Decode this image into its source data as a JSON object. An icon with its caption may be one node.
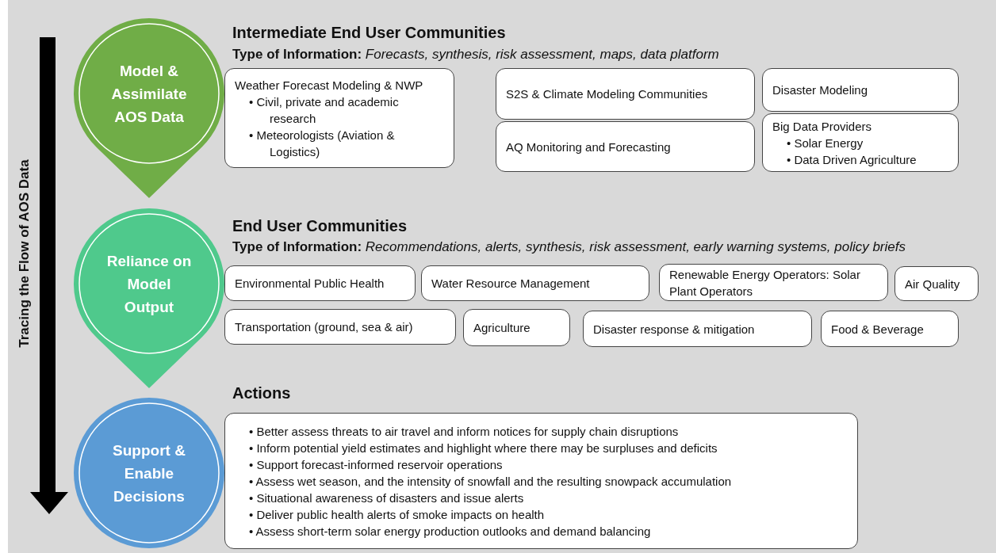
{
  "diagram": {
    "nodes": [
      {
        "text": [
          "Model & Assimilate AOS Data"
        ]
      },
      {
        "text": [
          "Weather Forecast Modeling & NWP",
          "• Civil, private and academic research",
          "• Meteorologists (Aviation & Logistics)"
        ]
      },
      {
        "text": [
          "S2S & Climate Modeling Communities"
        ]
      },
      {
        "text": [
          "Disaster Modeling"
        ]
      },
      {
        "text": [
          "AQ Monitoring and Forecasting"
        ]
      },
      {
        "text": [
          "Big Data Providers",
          "• Solar Energy",
          "• Data Driven Agriculture"
        ]
      },
      {
        "text": [
          "Reliance on Model Output"
        ]
      },
      {
        "text": [
          "Environmental Public Health"
        ]
      },
      {
        "text": [
          "Water Resource Management"
        ]
      },
      {
        "text": [
          "Renewable Energy Operators: Solar Plant Operators"
        ]
      },
      {
        "text": [
          "Air Quality"
        ]
      },
      {
        "text": [
          "Transportation (ground, sea & air)"
        ]
      },
      {
        "text": [
          "Agriculture"
        ]
      },
      {
        "text": [
          "Disaster response & mitigation"
        ]
      },
      {
        "text": [
          "Food & Beverage"
        ]
      },
      {
        "text": [
          "Support & Enable Decisions"
        ]
      },
      {
        "text": [
          "• Better assess threats to air travel and inform notices for supply chain disruptions",
          "• Inform potential yield estimates and highlight where there may be surpluses and deficits",
          "• Support forecast-informed reservoir operations",
          "• Assess wet season, and the intensity of snowfall and the resulting snowpack accumulation",
          "• Situational awareness of disasters and issue alerts",
          "• Deliver public health alerts of smoke impacts on health",
          "• Assess short-term solar energy production outlooks and demand balancing"
        ]
      }
    ],
    "edges": [],
    "labels": [
      "Tracing the Flow of AOS Data",
      "Intermediate End User Communities",
      "**Type of Information:** *Forecasts, synthesis, risk assessment, maps, data platform*",
      "End User Communities",
      "**Type of Information:** *Recommendations, alerts, synthesis, risk assessment, early warning systems, policy briefs*",
      "Actions"
    ]
  }
}
